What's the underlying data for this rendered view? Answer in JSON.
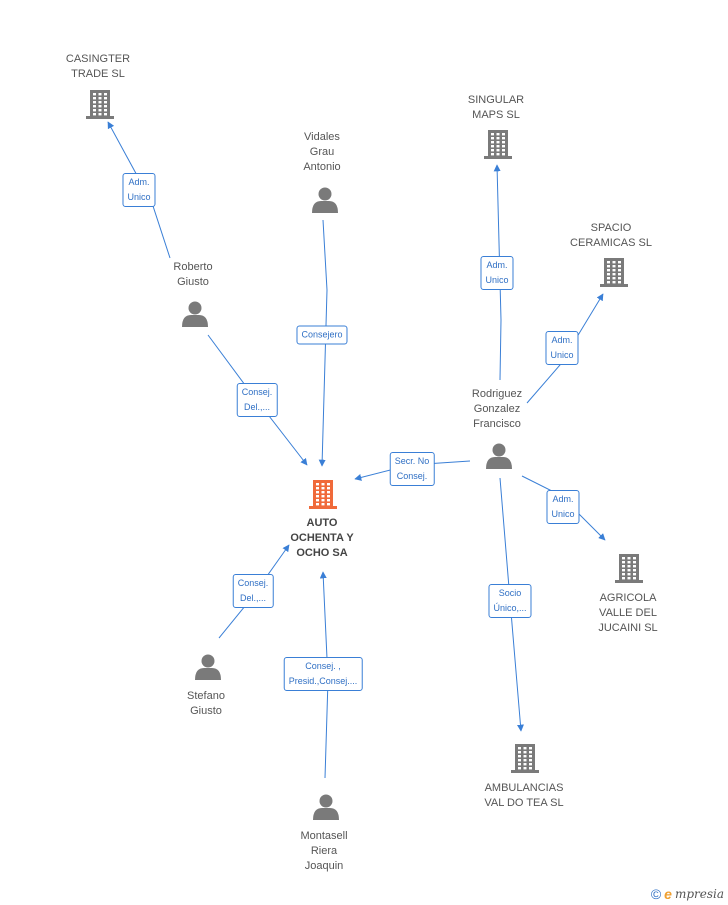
{
  "colors": {
    "edge": "#3a7fd6",
    "node": "#7a7a7a",
    "main_node": "#f06a3a",
    "label": "#555555",
    "brand": "#3a7fd6"
  },
  "nodes": [
    {
      "id": "auto",
      "kind": "company",
      "main": true,
      "lines": [
        "AUTO",
        "OCHENTA Y",
        "OCHO SA"
      ],
      "icon": "building-icon"
    },
    {
      "id": "casingter",
      "kind": "company",
      "lines": [
        "CASINGTER",
        "TRADE SL"
      ],
      "icon": "building-icon"
    },
    {
      "id": "singular",
      "kind": "company",
      "lines": [
        "SINGULAR",
        "MAPS  SL"
      ],
      "icon": "building-icon"
    },
    {
      "id": "spacio",
      "kind": "company",
      "lines": [
        "SPACIO",
        "CERAMICAS  SL"
      ],
      "icon": "building-icon"
    },
    {
      "id": "agricola",
      "kind": "company",
      "lines": [
        "AGRICOLA",
        "VALLE DEL",
        "JUCAINI  SL"
      ],
      "icon": "building-icon"
    },
    {
      "id": "ambulancias",
      "kind": "company",
      "lines": [
        "AMBULANCIAS",
        "VAL DO TEA  SL"
      ],
      "icon": "building-icon"
    },
    {
      "id": "vidales",
      "kind": "person",
      "lines": [
        "Vidales",
        "Grau",
        "Antonio"
      ],
      "icon": "person-icon"
    },
    {
      "id": "roberto",
      "kind": "person",
      "lines": [
        "Roberto",
        "Giusto"
      ],
      "icon": "person-icon"
    },
    {
      "id": "rodriguez",
      "kind": "person",
      "lines": [
        "Rodriguez",
        "Gonzalez",
        "Francisco"
      ],
      "icon": "person-icon"
    },
    {
      "id": "stefano",
      "kind": "person",
      "lines": [
        "Stefano",
        "Giusto"
      ],
      "icon": "person-icon"
    },
    {
      "id": "montasell",
      "kind": "person",
      "lines": [
        "Montasell",
        "Riera",
        "Joaquin"
      ],
      "icon": "person-icon"
    }
  ],
  "edges": [
    {
      "from": "roberto",
      "to": "casingter",
      "label": [
        "Adm.",
        "Unico"
      ]
    },
    {
      "from": "vidales",
      "to": "auto",
      "label": [
        "Consejero"
      ]
    },
    {
      "from": "roberto",
      "to": "auto",
      "label": [
        "Consej.",
        "Del.,..."
      ]
    },
    {
      "from": "rodriguez",
      "to": "singular",
      "label": [
        "Adm.",
        "Unico"
      ]
    },
    {
      "from": "rodriguez",
      "to": "spacio",
      "label": [
        "Adm.",
        "Unico"
      ]
    },
    {
      "from": "rodriguez",
      "to": "auto",
      "label": [
        "Secr.  No",
        "Consej."
      ]
    },
    {
      "from": "rodriguez",
      "to": "agricola",
      "label": [
        "Adm.",
        "Unico"
      ]
    },
    {
      "from": "rodriguez",
      "to": "ambulancias",
      "label": [
        "Socio",
        "Único,..."
      ]
    },
    {
      "from": "stefano",
      "to": "auto",
      "label": [
        "Consej.",
        "Del.,..."
      ]
    },
    {
      "from": "montasell",
      "to": "auto",
      "label": [
        "Consej. ,",
        "Presid.,Consej...."
      ]
    }
  ],
  "brand": {
    "copyright": "©",
    "initial": "e",
    "name": "mpresia"
  }
}
